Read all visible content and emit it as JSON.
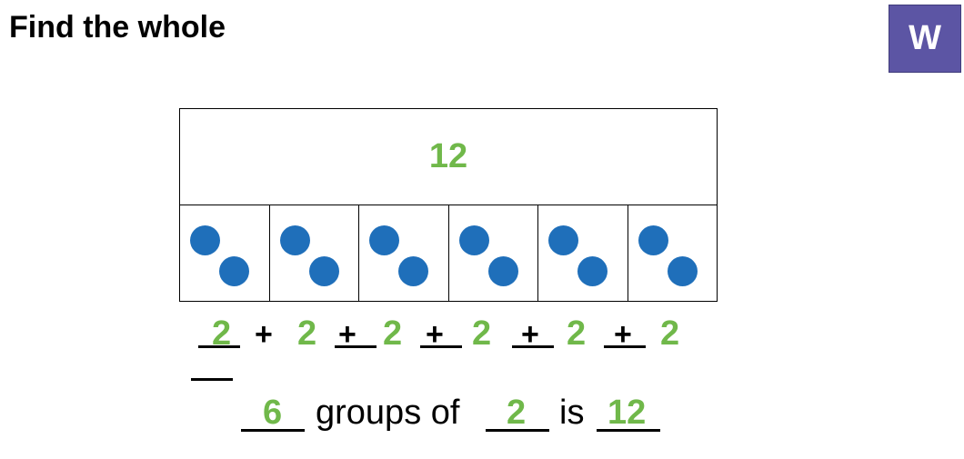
{
  "header": {
    "title": "Find the whole",
    "badge": "W"
  },
  "bar_model": {
    "whole": "12",
    "parts_count": 6,
    "dots_per_part": 2
  },
  "addition": {
    "terms": [
      "2",
      "2",
      "2",
      "2",
      "2",
      "2"
    ],
    "operators": [
      "+",
      "+",
      "+",
      "+",
      "+"
    ]
  },
  "sentence": {
    "groups": "6",
    "groups_of_text": "groups of",
    "size": "2",
    "is_text": "is",
    "total": "12"
  },
  "colors": {
    "answer": "#70b84a",
    "dot": "#1f6fba",
    "badge": "#5c55a4"
  }
}
